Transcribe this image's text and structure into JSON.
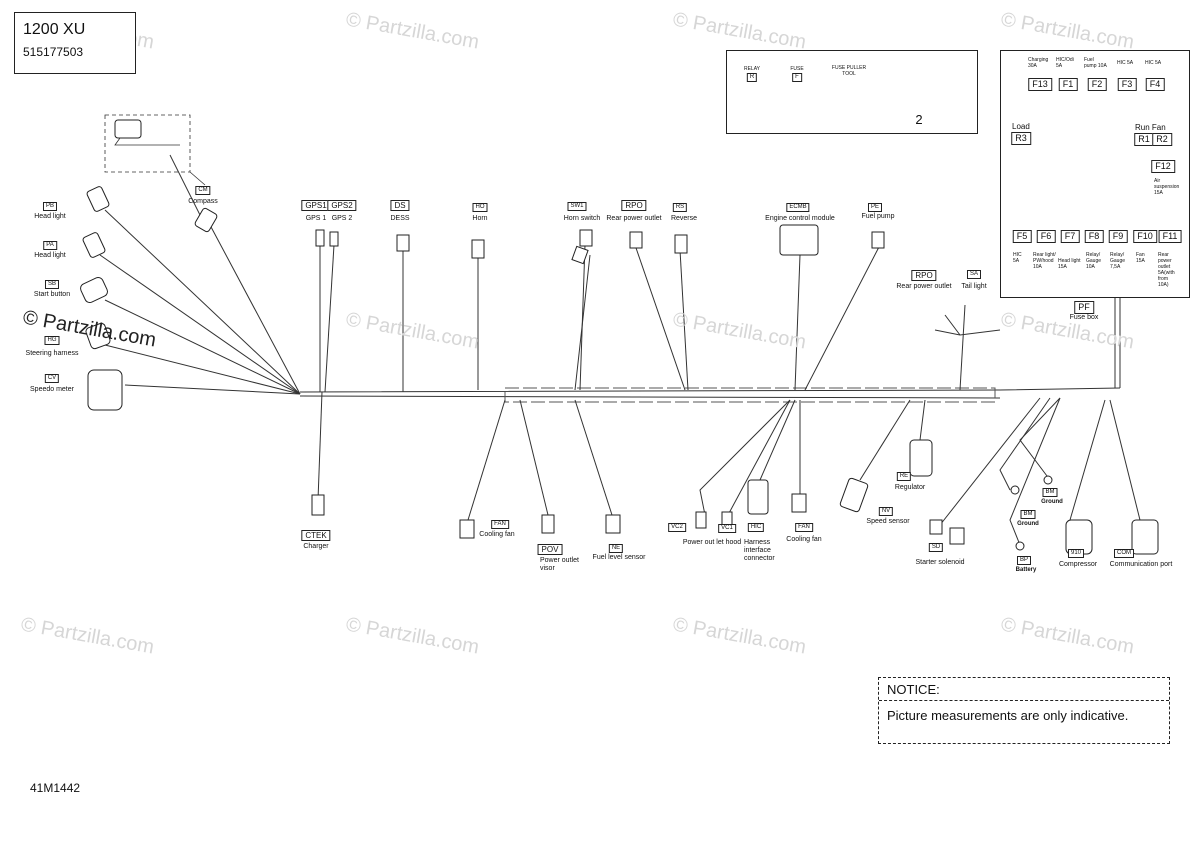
{
  "title_box": {
    "model": "1200 XU",
    "part_number": "515177503"
  },
  "drawing_id": "41M1442",
  "notice": {
    "heading": "NOTICE:",
    "text": "Picture measurements are only indicative."
  },
  "watermark": {
    "primary": "© Partzilla.com",
    "repeat": "© Partzilla.com"
  },
  "kit_box": {
    "relay_label": "RELAY",
    "relay_tag": "R",
    "fuse_label": "FUSE",
    "fuse_tag": "F",
    "puller_label": "FUSE PULLER\nTOOL",
    "callout": "2"
  },
  "fuse_box": {
    "top_labels": [
      "Charging\n30A",
      "HIC/Odi\n5A",
      "Fuel\npump 10A",
      "HIC 5A",
      "HIC 5A"
    ],
    "top_tags": [
      "F13",
      "F1",
      "F2",
      "F3",
      "F4"
    ],
    "load_label": "Load",
    "load_tag": "R3",
    "runfan_label": "Run Fan",
    "r1": "R1",
    "r2": "R2",
    "f12_tag": "F12",
    "f12_label": "Air\nsuspension\n15A",
    "bottom_tags": [
      "F5",
      "F6",
      "F7",
      "F8",
      "F9",
      "F10",
      "F11"
    ],
    "bottom_labels": [
      "HIC\n5A",
      "Rear light/\nPW/hood\n10A",
      "Head light\n15A",
      "Relay/\nGauge\n10A",
      "Relay/\nGauge\n7,5A",
      "Fan\n15A",
      "Rear\npower\noutlet\n5A(with\nfrom\n10A)"
    ],
    "code": "PF",
    "name": "Fuse box"
  },
  "components": {
    "compass": {
      "code": "CM",
      "name": "Compass"
    },
    "head_light_1": {
      "code": "PB",
      "name": "Head light"
    },
    "head_light_2": {
      "code": "PA",
      "name": "Head light"
    },
    "start_button": {
      "code": "SB",
      "name": "Start button"
    },
    "steering_harness": {
      "code": "HG",
      "name": "Steering harness"
    },
    "speedo_meter": {
      "code": "CV",
      "name": "Speedo meter"
    },
    "gps1": {
      "code": "GPS1",
      "name": "GPS 1"
    },
    "gps2": {
      "code": "GPS2",
      "name": "GPS 2"
    },
    "dess": {
      "code": "DS",
      "name": "DESS"
    },
    "horn": {
      "code": "HO",
      "name": "Horn"
    },
    "horn_switch": {
      "code": "SW1",
      "name": "Horn switch"
    },
    "rear_power_outlet_front": {
      "code": "RPO",
      "name": "Rear power outlet"
    },
    "reverse": {
      "code": "RS",
      "name": "Reverse"
    },
    "ecm": {
      "code": "ECMB",
      "name": "Engine control module"
    },
    "fuel_pump": {
      "code": "PE",
      "name": "Fuel pump"
    },
    "rear_power_outlet_rear": {
      "code": "RPO",
      "name": "Rear power outlet"
    },
    "tail_light": {
      "code": "SA",
      "name": "Tail light"
    },
    "charger": {
      "code": "CTEK",
      "name": "Charger"
    },
    "cooling_fan_1": {
      "code": "FAN",
      "name": "Cooling fan"
    },
    "power_outlet_visor": {
      "code": "POV",
      "name": "Power outlet\nvisor"
    },
    "fuel_level_sensor": {
      "code": "NE",
      "name": "Fuel level sensor"
    },
    "vc2": {
      "code": "VC2"
    },
    "vc1": {
      "code": "VC1",
      "name": "Power out let hood"
    },
    "hic": {
      "code": "HIC",
      "name": "Harness\ninterface\nconnector"
    },
    "cooling_fan_2": {
      "code": "FAN",
      "name": "Cooling fan"
    },
    "speed_sensor": {
      "code": "NV",
      "name": "Speed sensor"
    },
    "regulator": {
      "code": "RE",
      "name": "Regulator"
    },
    "starter_solenoid": {
      "code": "SD",
      "name": "Starter solenoid"
    },
    "ground_1": {
      "code": "BM",
      "name": "Ground"
    },
    "ground_2": {
      "code": "BM",
      "name": "Ground"
    },
    "battery": {
      "code": "BP",
      "name": "Battery"
    },
    "compressor": {
      "code": "910",
      "name": "Compressor"
    },
    "communication_port": {
      "code": "COM",
      "name": "Communication port"
    }
  }
}
